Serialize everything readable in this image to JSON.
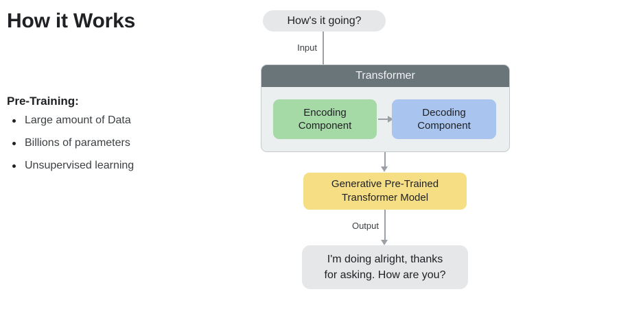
{
  "title": "How it Works",
  "section": {
    "heading": "Pre-Training:",
    "bullets": [
      "Large amount of Data",
      "Billions of parameters",
      "Unsupervised learning"
    ]
  },
  "diagram": {
    "input_bubble": "How's it going?",
    "input_label": "Input",
    "transformer": {
      "header": "Transformer",
      "encoding": {
        "line1": "Encoding",
        "line2": "Component"
      },
      "decoding": {
        "line1": "Decoding",
        "line2": "Component"
      }
    },
    "gpt_model": {
      "line1": "Generative Pre-Trained",
      "line2": "Transformer Model"
    },
    "output_label": "Output",
    "output_bubble": {
      "line1": "I'm doing alright, thanks",
      "line2": "for asking. How are you?"
    }
  },
  "colors": {
    "encoding_green": "#a5d9a6",
    "decoding_blue": "#a9c5ef",
    "model_yellow": "#f6de85",
    "transformer_header": "#6a757a",
    "transformer_body": "#eceff0",
    "bubble_gray": "#e6e7e9",
    "arrow_gray": "#9aa0a6",
    "text_dark": "#202124"
  }
}
